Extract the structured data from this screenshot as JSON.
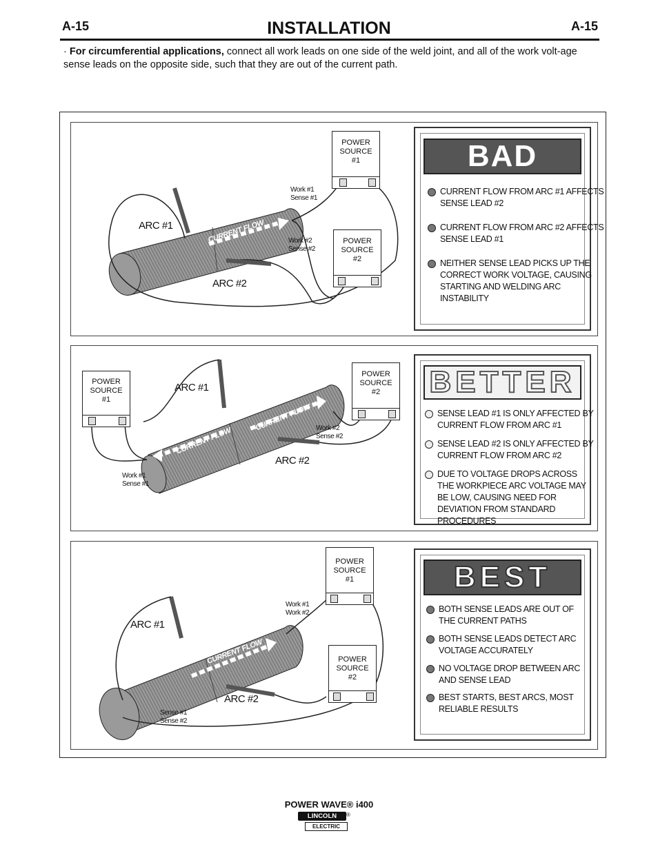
{
  "header": {
    "code_left": "A-15",
    "title": "INSTALLATION",
    "code_right": "A-15"
  },
  "intro": {
    "bullet": "·",
    "bold": "For circumferential applications,",
    "text": " connect all work leads on one side of the weld joint, and all of the work volt-age sense leads on the opposite side, such that they are out of the current path."
  },
  "panels": {
    "bad": {
      "ps1": [
        "POWER",
        "SOURCE",
        "#1"
      ],
      "ps2": [
        "POWER",
        "SOURCE",
        "#2"
      ],
      "lead1": [
        "Work #1",
        "Sense #1"
      ],
      "lead2": [
        "Work #2",
        "Sense #2"
      ],
      "arc1": "ARC #1",
      "arc2": "ARC #2",
      "flow": "CURRENT FLOW",
      "banner": "BAD",
      "bullets": [
        "CURRENT FLOW FROM ARC #1 AFFECTS SENSE LEAD #2",
        "CURRENT FLOW FROM ARC #2 AFFECTS SENSE LEAD #1",
        "NEITHER SENSE LEAD PICKS UP THE CORRECT WORK VOLTAGE, CAUSING STARTING AND WELDING ARC INSTABILITY"
      ]
    },
    "better": {
      "ps1": [
        "POWER",
        "SOURCE",
        "#1"
      ],
      "ps2": [
        "POWER",
        "SOURCE",
        "#2"
      ],
      "lead1": [
        "Work #1",
        "Sense #1"
      ],
      "lead2": [
        "Work #2",
        "Sense #2"
      ],
      "arc1": "ARC #1",
      "arc2": "ARC #2",
      "flow": "CURRENT FLOW",
      "banner": "BETTER",
      "bullets": [
        "SENSE LEAD #1 IS ONLY AFFECTED BY CURRENT FLOW FROM ARC #1",
        "SENSE LEAD #2 IS ONLY AFFECTED BY CURRENT FLOW FROM ARC #2",
        "DUE TO VOLTAGE DROPS ACROSS THE WORKPIECE ARC VOLTAGE MAY BE LOW, CAUSING NEED FOR DEVIATION FROM STANDARD PROCEDURES"
      ]
    },
    "best": {
      "ps1": [
        "POWER",
        "SOURCE",
        "#1"
      ],
      "ps2": [
        "POWER",
        "SOURCE",
        "#2"
      ],
      "lead1": [
        "Work #1",
        "Work #2"
      ],
      "lead2": [
        "Sense #1",
        "Sense #2"
      ],
      "arc1": "ARC #1",
      "arc2": "ARC #2",
      "flow": "CURRENT FLOW",
      "banner": "BEST",
      "bullets": [
        "BOTH SENSE LEADS ARE OUT OF THE CURRENT PATHS",
        "BOTH SENSE LEADS DETECT ARC VOLTAGE ACCURATELY",
        "NO VOLTAGE DROP BETWEEN ARC AND SENSE LEAD",
        "BEST STARTS, BEST ARCS, MOST RELIABLE RESULTS"
      ]
    }
  },
  "footer": {
    "model": "POWER WAVE® i400",
    "logo_top": "LINCOLN",
    "logo_bottom": "ELECTRIC",
    "logo_reg": "®"
  },
  "colors": {
    "bad_banner": "#555555",
    "dot_dark": "#777777",
    "dot_light": "#eeeeee"
  }
}
